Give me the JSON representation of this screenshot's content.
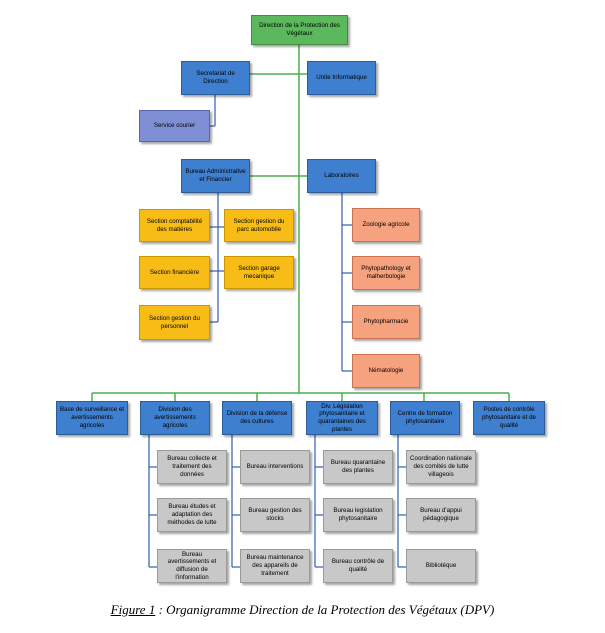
{
  "top": "Direction de la Protection des Végétaux",
  "secretariat": "Secretariat de Direction",
  "informatique": "Unite Informatique",
  "courier": "Service courier",
  "baf": "Bureau Administrative et Financier",
  "laboratoires": "Laboratoires",
  "baf_sections": {
    "comptabilite": "Section comptabilité des matières",
    "parc": "Section gestion du parc automobile",
    "financiere": "Section financière",
    "garage": "Section garage mecanique",
    "personnel": "Section gestion du personnel"
  },
  "labs": {
    "zoologie": "Zoologie agricole",
    "phytopathology": "Phytopathology et malherbologie",
    "phytopharmacie": "Phytopharmacie",
    "nematologie": "Nématologie"
  },
  "divisions": {
    "base": "Base de surveillance et avertissements agricoles",
    "avertissements": "Division des avertissements agricoles",
    "defense": "Division de la défense des cultures",
    "legislation": "Div. Législation phytosanitaire et quarantaines des plantes",
    "formation": "Centre de formation phytosanitaire",
    "postes": "Postes de contrôle phytosanitaire et de qualité"
  },
  "bureaus": {
    "collecte": "Bureau collecte et traitement des données",
    "etudes": "Bureau études et adaptation des méthodes de lutte",
    "diffusion": "Bureau avertissements et diffusion de l’information",
    "interventions": "Bureau interventions",
    "stocks": "Bureau gestion des stocks",
    "maintenance": "Bureau maintenance des appareils de traitement",
    "quarantaine": "Bureau quarantaine des plantes",
    "legislation": "Bureau legislation phytosanitaire",
    "controle": "Bureau contrôle de qualité",
    "coordination": "Coordination nationale des comités de lutte villageois",
    "appui": "Bureau d’appui pédagogique",
    "bibliotheque": "Bibliotéque"
  },
  "caption": {
    "label": "Figure 1",
    "text": " : Organigramme Direction de la Protection des Végétaux (DPV)"
  },
  "colors": {
    "top": "#5cb85c",
    "unit": "#3f7fcf",
    "service": "#7f8fd6",
    "section": "#f7bd16",
    "lab": "#f7a27e",
    "bureau": "#c8c8c8",
    "green_line": "#4caf50",
    "blue_line": "#2f5fb0"
  }
}
